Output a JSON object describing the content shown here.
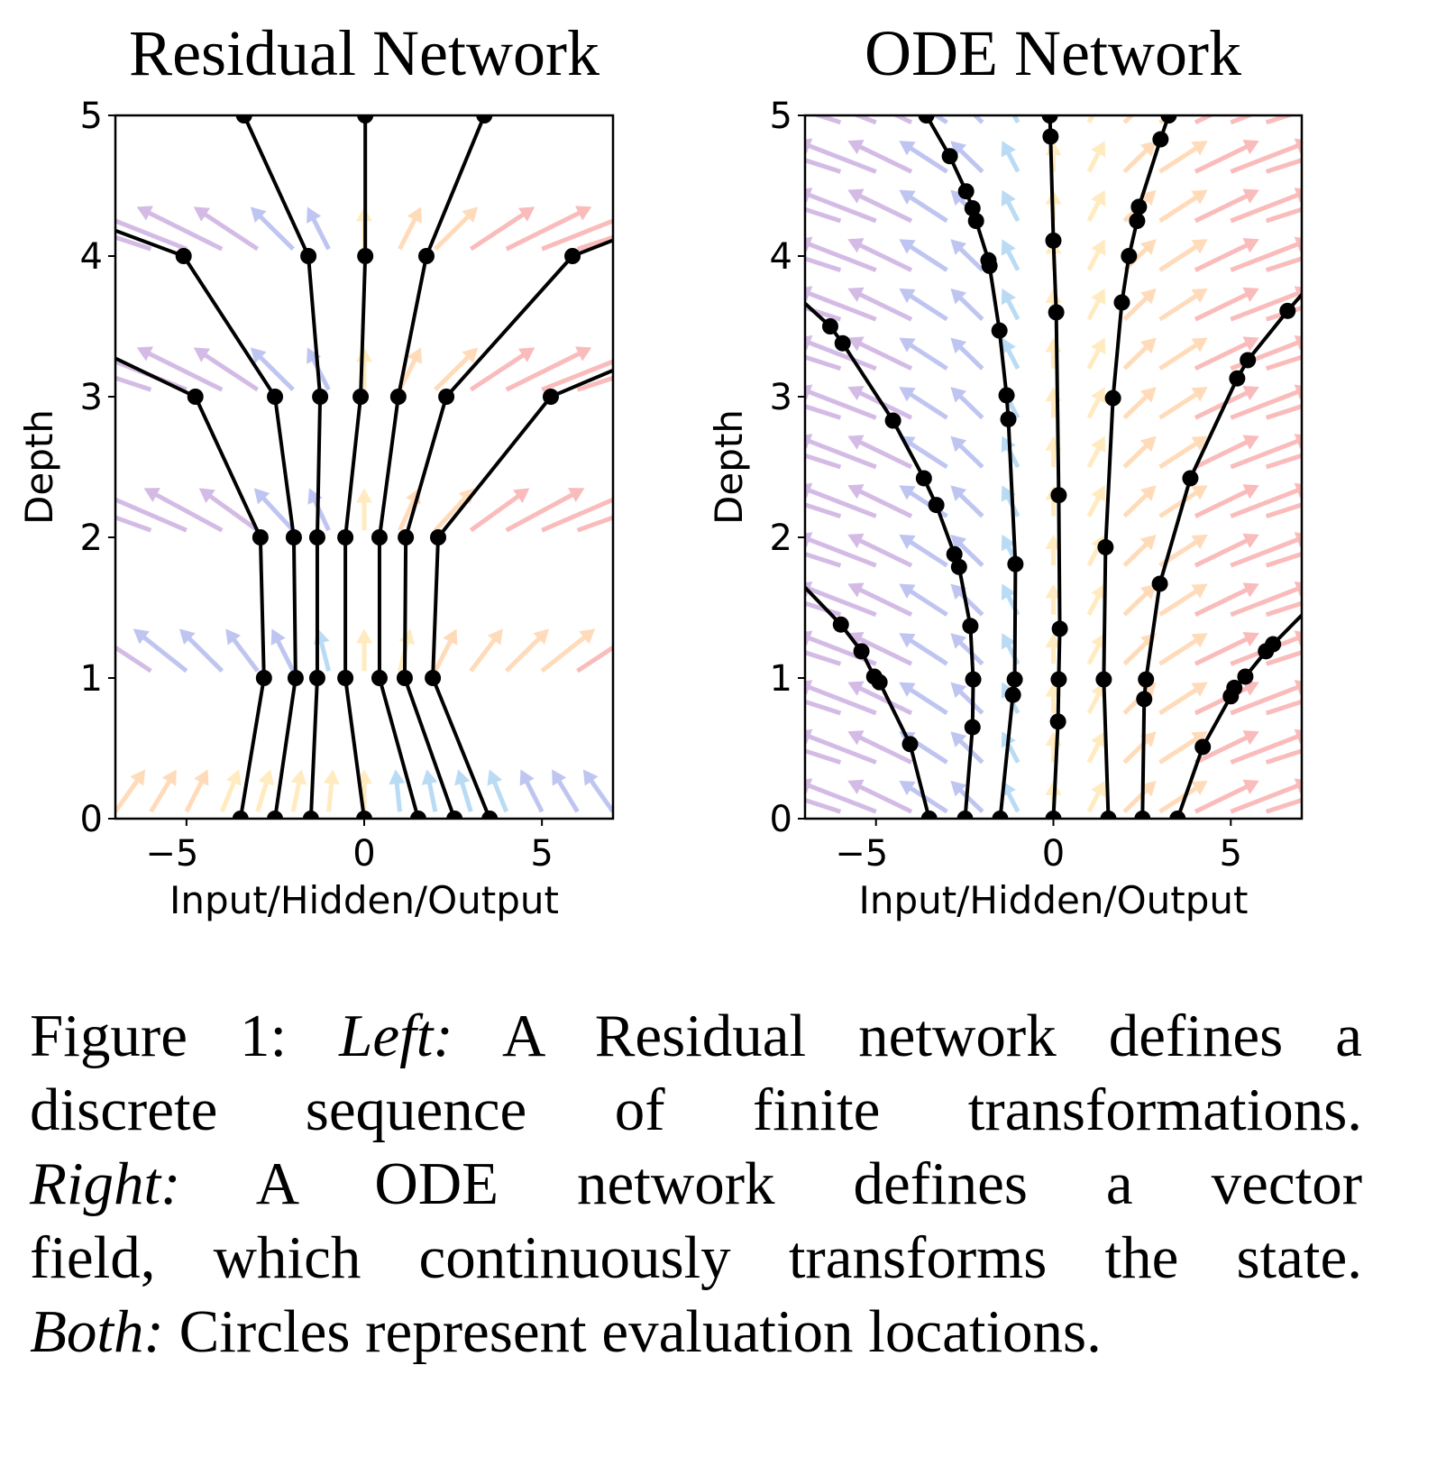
{
  "chart_data": [
    {
      "type": "line",
      "title": "Residual Network",
      "xlabel": "Input/Hidden/Output",
      "ylabel": "Depth",
      "xlim": [
        -7,
        7
      ],
      "ylim": [
        0,
        5
      ],
      "xticks": [
        "−5",
        "0",
        "5"
      ],
      "xtick_values": [
        -5,
        0,
        5
      ],
      "yticks": [
        "0",
        "1",
        "2",
        "3",
        "4",
        "5"
      ],
      "ytick_values": [
        0,
        1,
        2,
        3,
        4,
        5
      ],
      "trajectories": [
        [
          [
            -3.48,
            0
          ],
          [
            -2.82,
            1
          ],
          [
            -2.92,
            2
          ],
          [
            -4.75,
            3
          ],
          [
            -13,
            4
          ]
        ],
        [
          [
            -2.51,
            0
          ],
          [
            -1.93,
            1
          ],
          [
            -1.98,
            2
          ],
          [
            -2.51,
            3
          ],
          [
            -5.08,
            4
          ],
          [
            -15.7,
            5
          ]
        ],
        [
          [
            -1.5,
            0
          ],
          [
            -1.32,
            1
          ],
          [
            -1.32,
            2
          ],
          [
            -1.24,
            3
          ],
          [
            -1.57,
            4
          ],
          [
            -3.38,
            5
          ]
        ],
        [
          [
            0,
            0
          ],
          [
            -0.53,
            1
          ],
          [
            -0.53,
            2
          ],
          [
            -0.1,
            3
          ],
          [
            0.03,
            4
          ],
          [
            0.03,
            5
          ]
        ],
        [
          [
            1.52,
            0
          ],
          [
            0.43,
            1
          ],
          [
            0.43,
            2
          ],
          [
            0.96,
            3
          ],
          [
            1.75,
            4
          ],
          [
            3.38,
            5
          ]
        ],
        [
          [
            2.54,
            0
          ],
          [
            1.14,
            1
          ],
          [
            1.17,
            2
          ],
          [
            2.31,
            3
          ],
          [
            5.86,
            4
          ],
          [
            16,
            5
          ]
        ],
        [
          [
            3.53,
            0
          ],
          [
            1.93,
            1
          ],
          [
            2.08,
            2
          ],
          [
            5.25,
            3
          ],
          [
            14.6,
            4
          ]
        ]
      ],
      "vector_field": {
        "kind": "discrete",
        "x_grid": [
          -7,
          -6,
          -5,
          -4,
          -3,
          -2,
          -1,
          0,
          1,
          2,
          3,
          4,
          5,
          6,
          7
        ],
        "rows": [
          {
            "depth": 0,
            "gain": -0.12
          },
          {
            "depth": 1,
            "gain": 0.3
          },
          {
            "depth": 2,
            "gain": 0.55
          },
          {
            "depth": 3,
            "gain": 0.6
          },
          {
            "depth": 4,
            "gain": 0.6
          }
        ]
      }
    },
    {
      "type": "line",
      "title": "ODE Network",
      "xlabel": "Input/Hidden/Output",
      "ylabel": "Depth",
      "xlim": [
        -7,
        7
      ],
      "ylim": [
        0,
        5
      ],
      "xticks": [
        "−5",
        "0",
        "5"
      ],
      "xtick_values": [
        -5,
        0,
        5
      ],
      "yticks": [
        "0",
        "1",
        "2",
        "3",
        "4",
        "5"
      ],
      "ytick_values": [
        0,
        1,
        2,
        3,
        4,
        5
      ],
      "trajectories": [
        [
          [
            -3.5,
            0
          ],
          [
            -4.04,
            0.53
          ],
          [
            -4.9,
            0.97
          ],
          [
            -5.05,
            1.01
          ],
          [
            -5.41,
            1.19
          ],
          [
            -5.99,
            1.38
          ],
          [
            -7.6,
            1.8
          ]
        ],
        [
          [
            -2.49,
            0
          ],
          [
            -2.28,
            0.65
          ],
          [
            -2.26,
            0.99
          ],
          [
            -2.34,
            1.37
          ],
          [
            -2.66,
            1.79
          ],
          [
            -2.79,
            1.88
          ],
          [
            -3.3,
            2.23
          ],
          [
            -3.65,
            2.42
          ],
          [
            -4.52,
            2.83
          ],
          [
            -5.94,
            3.38
          ],
          [
            -6.29,
            3.5
          ],
          [
            -7.6,
            3.8
          ]
        ],
        [
          [
            -1.5,
            0
          ],
          [
            -1.14,
            0.88
          ],
          [
            -1.09,
            0.99
          ],
          [
            -1.07,
            1.81
          ],
          [
            -1.27,
            2.84
          ],
          [
            -1.32,
            3.01
          ],
          [
            -1.52,
            3.47
          ],
          [
            -1.8,
            3.93
          ],
          [
            -1.83,
            3.97
          ],
          [
            -2.18,
            4.25
          ],
          [
            -2.28,
            4.34
          ],
          [
            -2.46,
            4.46
          ],
          [
            -2.92,
            4.71
          ],
          [
            -3.58,
            5.0
          ]
        ],
        [
          [
            0,
            0
          ],
          [
            0.13,
            0.69
          ],
          [
            0.15,
            0.99
          ],
          [
            0.18,
            1.35
          ],
          [
            0.15,
            2.3
          ],
          [
            0.08,
            3.6
          ],
          [
            0,
            4.11
          ],
          [
            -0.08,
            4.85
          ],
          [
            -0.1,
            5.0
          ]
        ],
        [
          [
            1.55,
            0
          ],
          [
            1.42,
            0.99
          ],
          [
            1.47,
            1.93
          ],
          [
            1.68,
            2.99
          ],
          [
            1.93,
            3.67
          ],
          [
            2.13,
            4.0
          ],
          [
            2.36,
            4.25
          ],
          [
            2.41,
            4.35
          ],
          [
            3.02,
            4.83
          ],
          [
            3.25,
            5.0
          ]
        ],
        [
          [
            2.51,
            0
          ],
          [
            2.56,
            0.85
          ],
          [
            2.61,
            0.99
          ],
          [
            3.0,
            1.67
          ],
          [
            3.86,
            2.42
          ],
          [
            5.18,
            3.13
          ],
          [
            5.48,
            3.26
          ],
          [
            6.6,
            3.61
          ],
          [
            7.6,
            3.9
          ]
        ],
        [
          [
            3.5,
            0
          ],
          [
            4.21,
            0.51
          ],
          [
            5.0,
            0.87
          ],
          [
            5.1,
            0.93
          ],
          [
            5.41,
            1.01
          ],
          [
            5.99,
            1.19
          ],
          [
            6.19,
            1.24
          ],
          [
            7.6,
            1.6
          ]
        ]
      ],
      "vector_field": {
        "kind": "continuous",
        "x_grid": [
          -7,
          -6,
          -5,
          -4,
          -3,
          -2,
          -1,
          0,
          1,
          2,
          3,
          4,
          5,
          6,
          7
        ],
        "depth_step": 0.35,
        "gain": 0.45
      }
    }
  ],
  "colors": {
    "trajectory": "#000000",
    "far_left": "#b98fd4",
    "left": "#95a0e8",
    "center_left": "#8cc4ee",
    "center_right": "#ffdf95",
    "right": "#ffc48c",
    "far_right": "#f78e8e"
  },
  "caption": {
    "lines": [
      [
        {
          "t": "Figure 1: ",
          "i": false
        },
        {
          "t": "Left:",
          "i": true
        },
        {
          "t": " A Residual network defines a",
          "i": false
        }
      ],
      [
        {
          "t": "discrete sequence of finite transformations.",
          "i": false
        }
      ],
      [
        {
          "t": "Right:",
          "i": true
        },
        {
          "t": "  A ODE network defines a vector",
          "i": false
        }
      ],
      [
        {
          "t": "field, which continuously transforms the state.",
          "i": false
        }
      ],
      [
        {
          "t": "Both:",
          "i": true
        },
        {
          "t": " Circles represent evaluation locations.",
          "i": false
        }
      ]
    ]
  }
}
